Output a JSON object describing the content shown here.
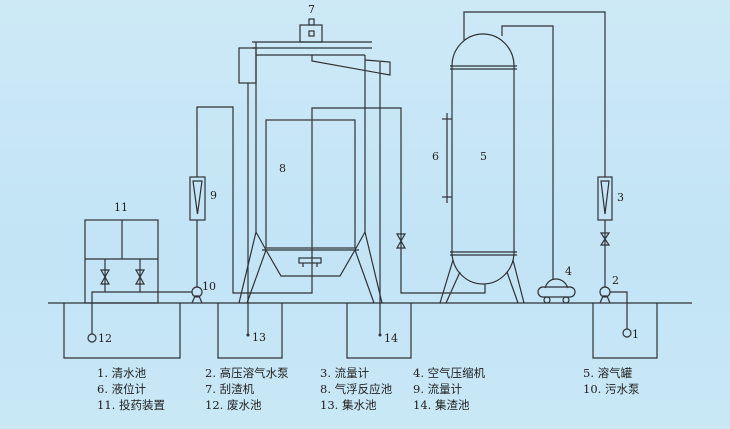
{
  "diagram": {
    "labels": {
      "n1": "1",
      "n2": "2",
      "n3": "3",
      "n4": "4",
      "n5": "5",
      "n6": "6",
      "n7": "7",
      "n8": "8",
      "n9": "9",
      "n10": "10",
      "n11": "11",
      "n12": "12",
      "n13": "13",
      "n14": "14"
    },
    "line_color": "#2e3236"
  },
  "legend": {
    "col1": [
      "1. 清水池",
      "6. 液位计",
      "11. 投药装置"
    ],
    "col2": [
      "2. 高压溶气水泵",
      "7. 刮渣机",
      "12. 废水池"
    ],
    "col3": [
      "3. 流量计",
      "8. 气浮反应池",
      "13. 集水池"
    ],
    "col4": [
      "4. 空气压缩机",
      "9. 流量计",
      "14. 集渣池"
    ],
    "col5": [
      "5. 溶气罐",
      "10. 污水泵"
    ]
  }
}
